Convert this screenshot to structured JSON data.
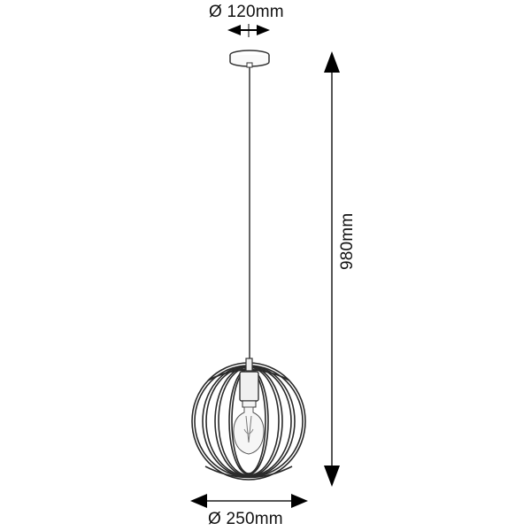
{
  "drawing": {
    "title": "Pendant lamp dimension drawing",
    "dimensions": {
      "canopy_diameter": {
        "symbol": "Ø",
        "value": "120mm",
        "label": "Ø 120mm"
      },
      "shade_diameter": {
        "symbol": "Ø",
        "value": "250mm",
        "label": "Ø 250mm"
      },
      "total_height": {
        "value": "980mm",
        "label": "980mm"
      }
    },
    "parts": [
      "ceiling-canopy",
      "suspension-cable",
      "lamp-holder",
      "bulb",
      "spherical-ring-cage"
    ]
  },
  "colors": {
    "line": "#222222",
    "dimension_line": "#555555",
    "arrow": "#000000",
    "background": "#ffffff"
  }
}
